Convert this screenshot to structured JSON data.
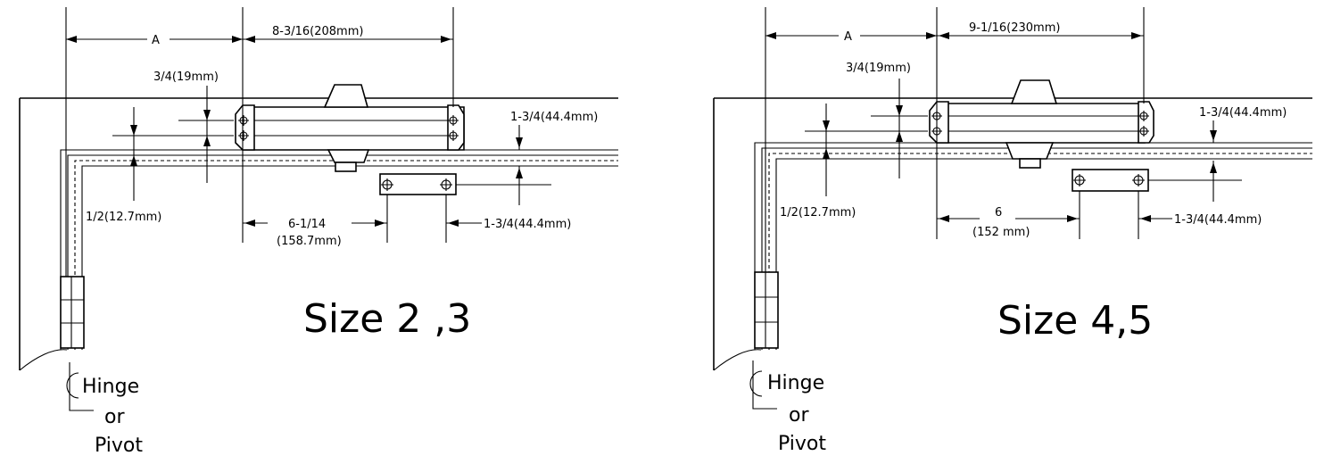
{
  "left": {
    "title": "Size 2 ,3",
    "dim_a": "A",
    "dim_length": "8-3/16(208mm)",
    "dim_top_offset": "3/4(19mm)",
    "dim_right_height": "1-3/4(44.4mm)",
    "dim_frame_offset": "1/2(12.7mm)",
    "dim_bracket_spacing_1": "6-1/14",
    "dim_bracket_spacing_2": "(158.7mm)",
    "dim_bracket_height": "1-3/4(44.4mm)",
    "hinge_line1": "Hinge",
    "hinge_line2": "or",
    "hinge_line3": "Pivot"
  },
  "right": {
    "title": "Size 4,5",
    "dim_a": "A",
    "dim_length": "9-1/16(230mm)",
    "dim_top_offset": "3/4(19mm)",
    "dim_right_height": "1-3/4(44.4mm)",
    "dim_frame_offset": "1/2(12.7mm)",
    "dim_bracket_spacing_1": "6",
    "dim_bracket_spacing_2": "(152 mm)",
    "dim_bracket_height": "1-3/4(44.4mm)",
    "hinge_line1": "Hinge",
    "hinge_line2": "or",
    "hinge_line3": "Pivot"
  }
}
